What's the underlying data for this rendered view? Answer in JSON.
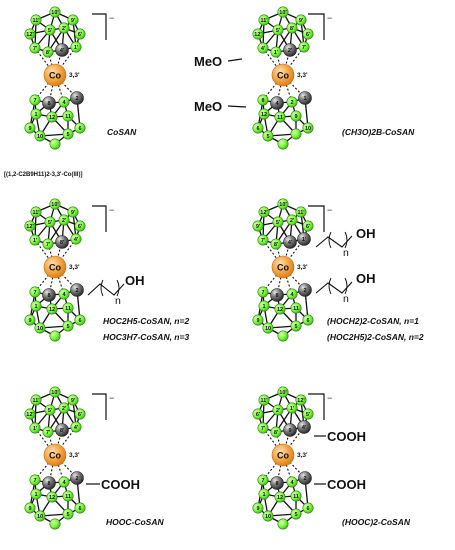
{
  "figure": {
    "panels": [
      {
        "id": "cosan",
        "caption": "CoSAN",
        "formula": "[(1,2-C2B9H11)2-3,3'-Co(III)]",
        "charge": "−",
        "metal": "Co",
        "metal_locant": "3,3'",
        "top_labels": [
          "10'",
          "11'",
          "9'",
          "12'",
          "6'",
          "5'",
          "2'",
          "7'",
          "8'",
          "4'",
          "1'"
        ],
        "bottom_labels": [
          "7",
          "8",
          "4",
          "2",
          "1",
          "12",
          "11",
          "9",
          "6",
          "10",
          "5"
        ],
        "substituents": []
      },
      {
        "id": "meo",
        "caption": "(CH3O)2B-CoSAN",
        "charge": "−",
        "metal": "Co",
        "metal_locant": "3,3'",
        "top_labels": [
          "10'",
          "11'",
          "9'",
          "12'",
          "6'",
          "5'",
          "8'",
          "4'",
          "1'",
          "2'",
          "7'"
        ],
        "bottom_labels": [
          "8",
          "4",
          "2",
          "1",
          "12",
          "11",
          "9",
          "6",
          "10",
          "5"
        ],
        "substituents": [
          {
            "text": "MeO",
            "site": "8'"
          },
          {
            "text": "MeO",
            "site": "8"
          }
        ]
      },
      {
        "id": "hoc",
        "caption": "HOC2H5-CoSAN, n=2",
        "caption2": "HOC3H7-CoSAN, n=3",
        "charge": "−",
        "metal": "Co",
        "metal_locant": "3,3'",
        "top_labels": [
          "10'",
          "11'",
          "9'",
          "12'",
          "6'",
          "5'",
          "2'",
          "1'",
          "7'",
          "8'",
          "4'"
        ],
        "bottom_labels": [
          "7",
          "8",
          "4",
          "2",
          "1",
          "12",
          "11",
          "9",
          "6",
          "10",
          "5"
        ],
        "substituents": [
          {
            "text": "OH",
            "site": "1",
            "subscript": "n"
          }
        ]
      },
      {
        "id": "hoch2",
        "caption": "(HOCH2)2-CoSAN, n=1",
        "caption2": "(HOC2H5)2-CoSAN, n=2",
        "charge": "−",
        "metal": "Co",
        "metal_locant": "3,3'",
        "top_labels": [
          "10'",
          "12'",
          "11'",
          "9'",
          "6'",
          "5'",
          "2'",
          "7'",
          "8'",
          "4'",
          "1'"
        ],
        "bottom_labels": [
          "7",
          "8",
          "4",
          "2",
          "1",
          "12",
          "11",
          "9",
          "6",
          "10",
          "5"
        ],
        "substituents": [
          {
            "text": "OH",
            "site": "1'",
            "subscript": "n"
          },
          {
            "text": "OH",
            "site": "1",
            "subscript": "n"
          }
        ]
      },
      {
        "id": "hooc",
        "caption": "HOOC-CoSAN",
        "charge": "−",
        "metal": "Co",
        "metal_locant": "3,3'",
        "top_labels": [
          "10'",
          "11'",
          "9'",
          "12'",
          "6'",
          "5'",
          "2'",
          "1'",
          "7'",
          "8'",
          "4'"
        ],
        "bottom_labels": [
          "7",
          "8",
          "4",
          "2",
          "1",
          "12",
          "11",
          "9",
          "6",
          "10",
          "5"
        ],
        "substituents": [
          {
            "text": "COOH",
            "site": "1"
          }
        ]
      },
      {
        "id": "hooc2",
        "caption": "(HOOC)2-CoSAN",
        "charge": "−",
        "metal": "Co",
        "metal_locant": "3,3'",
        "top_labels": [
          "10'",
          "11'",
          "12'",
          "6'",
          "5'",
          "2'",
          "1'",
          "7'",
          "8'",
          "9",
          "4'"
        ],
        "bottom_labels": [
          "7",
          "8",
          "4",
          "2",
          "1",
          "12",
          "11",
          "9",
          "6",
          "10",
          "5"
        ],
        "substituents": [
          {
            "text": "COOH",
            "site": "1'"
          },
          {
            "text": "COOH",
            "site": "1"
          }
        ]
      }
    ]
  },
  "colors": {
    "boron": "#7CFC3A",
    "boron_edge": "#2e7d16",
    "carbon": "#5a5a5a",
    "cobalt": "#F5A442",
    "bond": "#111111"
  }
}
